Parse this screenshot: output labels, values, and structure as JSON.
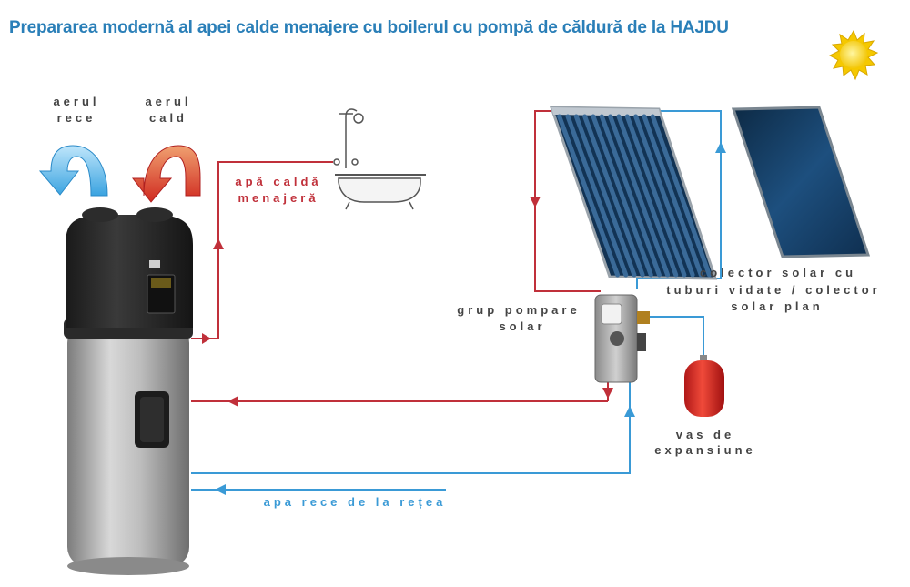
{
  "title": "Prepararea modernă al apei calde menajere cu boilerul cu pompă de căldură de la HAJDU",
  "labels": {
    "cold_air_1": "aerul",
    "cold_air_2": "rece",
    "warm_air_1": "aerul",
    "warm_air_2": "cald",
    "hot_water_1": "apă caldă",
    "hot_water_2": "menajeră",
    "pump_1": "grup pompare",
    "pump_2": "solar",
    "collector_1": "colector solar cu",
    "collector_2": "tuburi vidate / colector",
    "collector_3": "solar plan",
    "vessel_1": "vas de",
    "vessel_2": "expansiune",
    "cold_supply": "apa rece de la rețea"
  },
  "colors": {
    "title": "#2a7fb8",
    "hot_line": "#c0303a",
    "cold_line": "#3a9ad6",
    "label_dark": "#444444"
  },
  "icons": [
    "sun-icon",
    "shower-bathtub-icon",
    "cold-air-arrow-icon",
    "warm-air-arrow-icon"
  ]
}
